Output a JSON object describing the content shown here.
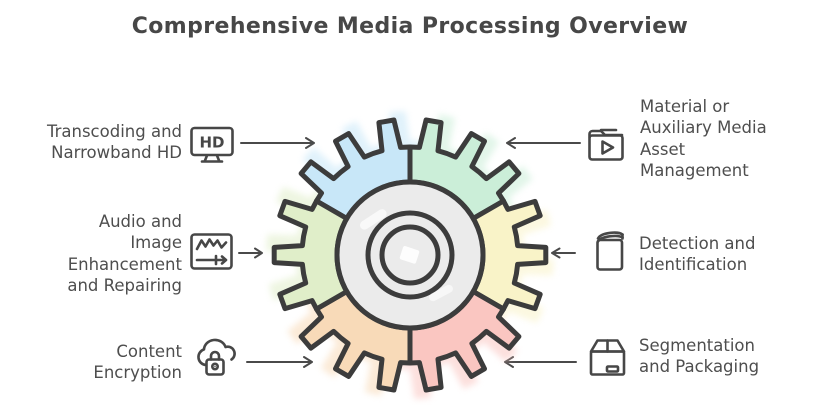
{
  "title": "Comprehensive Media Processing Overview",
  "items": {
    "left": [
      {
        "label": "Transcoding and\nNarrowband HD",
        "icon": "hd-monitor-icon"
      },
      {
        "label": "Audio and\nImage\nEnhancement\nand Repairing",
        "icon": "waveform-monitor-icon"
      },
      {
        "label": "Content\nEncryption",
        "icon": "cloud-lock-icon"
      }
    ],
    "right": [
      {
        "label": "Material or\nAuxiliary Media\nAsset\nManagement",
        "icon": "media-folder-icon"
      },
      {
        "label": "Detection and\nIdentification",
        "icon": "book-icon"
      },
      {
        "label": "Segmentation\nand Packaging",
        "icon": "package-box-icon"
      }
    ]
  },
  "icons": {
    "hd_label": "HD"
  },
  "gear": {
    "center_fill": "#ebebeb",
    "outline": "#3c3c3c",
    "segments": [
      {
        "position": "top-left",
        "linked_item": "Transcoding and Narrowband HD",
        "color": "#c8e7f8"
      },
      {
        "position": "top-right",
        "linked_item": "Material or Auxiliary Media Asset Management",
        "color": "#cbeed8"
      },
      {
        "position": "right",
        "linked_item": "Detection and Identification",
        "color": "#f9f3c8"
      },
      {
        "position": "bottom-right",
        "linked_item": "Segmentation and Packaging",
        "color": "#fac6c1"
      },
      {
        "position": "bottom-left",
        "linked_item": "Content Encryption",
        "color": "#f8dab8"
      },
      {
        "position": "left",
        "linked_item": "Audio and Image Enhancement and Repairing",
        "color": "#e0eec9"
      }
    ]
  },
  "colors": {
    "text": "#4e4e4e",
    "title": "#474747",
    "arrow": "#4a4a4a",
    "background": "#ffffff"
  }
}
